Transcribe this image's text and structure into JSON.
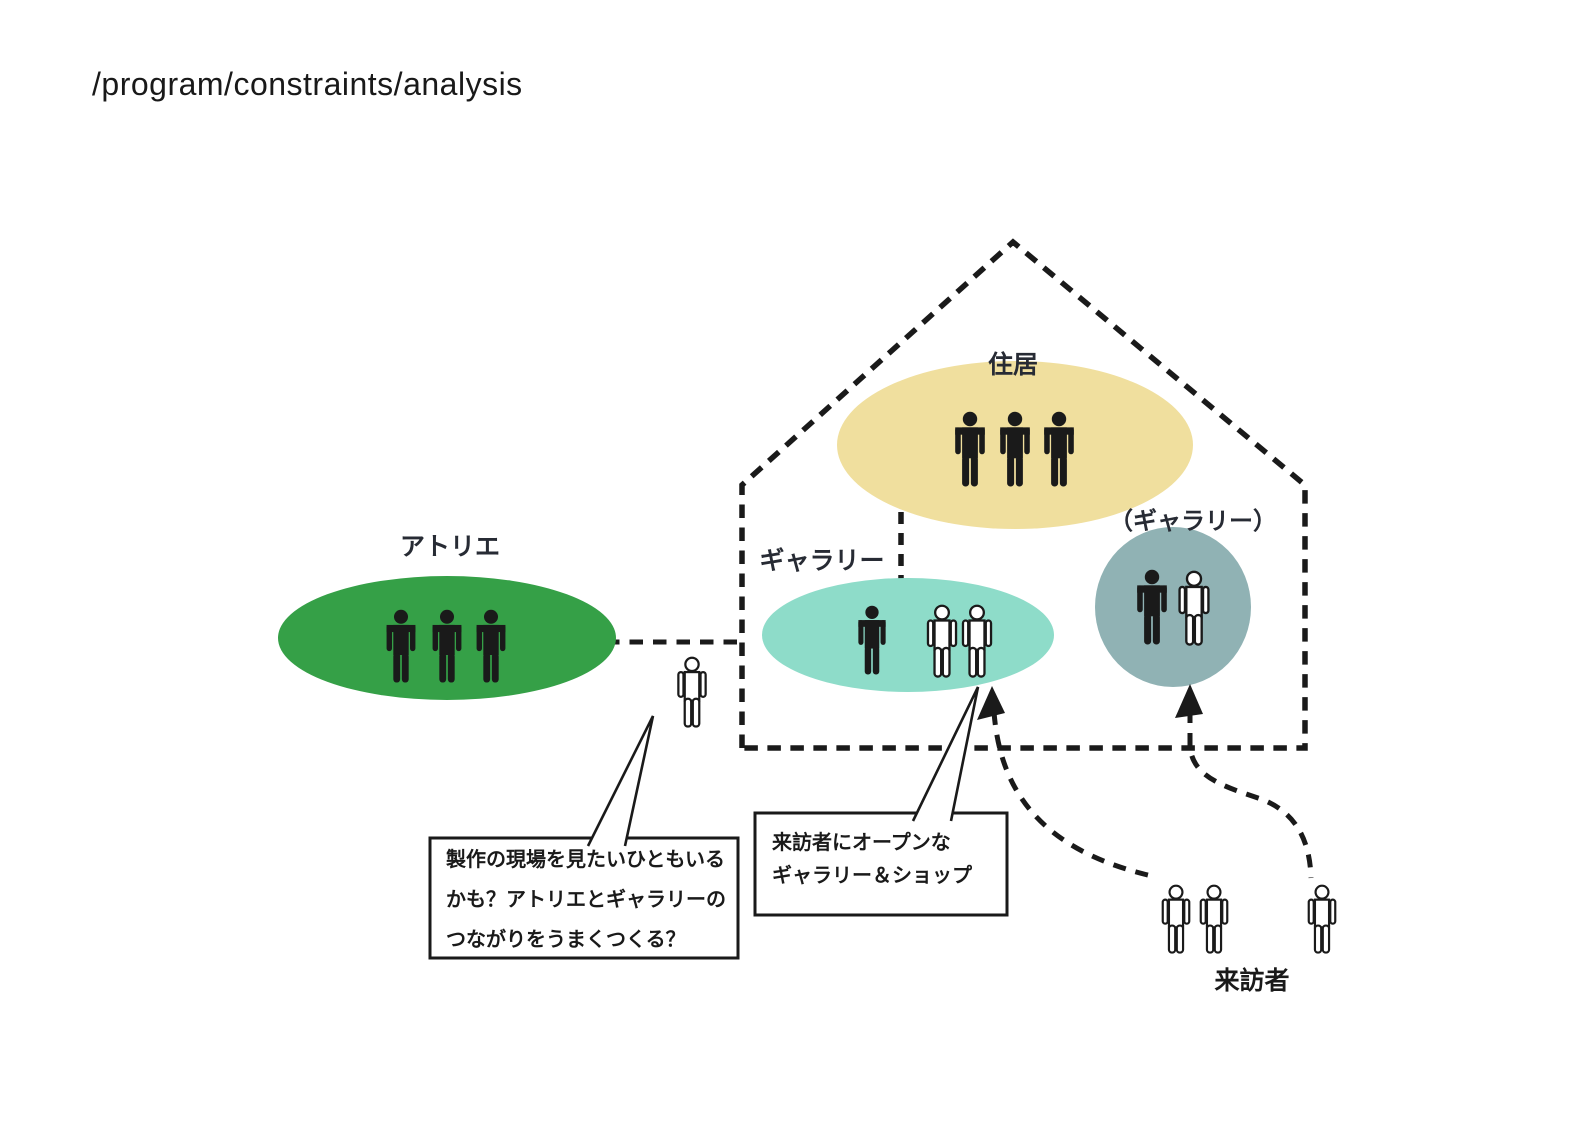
{
  "page": {
    "title": "/program/constraints/analysis"
  },
  "colors": {
    "atelier_green": "#35a047",
    "residence_yellow": "#f0df9e",
    "gallery_teal": "#8edcc9",
    "gallery_annex_slate": "#90b2b4",
    "line_black": "#1a1a1a"
  },
  "nodes": {
    "residence": {
      "label": "住居",
      "persons_filled": 3,
      "persons_outline": 0
    },
    "atelier": {
      "label": "アトリエ",
      "persons_filled": 3,
      "persons_outline": 0
    },
    "gallery": {
      "label": "ギャラリー",
      "persons_filled": 1,
      "persons_outline": 2
    },
    "gallery_annex": {
      "label": "（ギャラリー）",
      "persons_filled": 1,
      "persons_outline": 1
    },
    "passerby": {
      "persons_filled": 0,
      "persons_outline": 1
    },
    "visitors": {
      "label": "来訪者",
      "persons_filled": 0,
      "persons_outline": 3
    }
  },
  "callouts": {
    "atelier_note": {
      "lines": [
        "製作の現場を見たいひともいる",
        "かも？アトリエとギャラリーの",
        "つながりをうまくつくる？"
      ]
    },
    "gallery_note": {
      "lines": [
        "来訪者にオープンな",
        "ギャラリー＆ショップ"
      ]
    }
  }
}
